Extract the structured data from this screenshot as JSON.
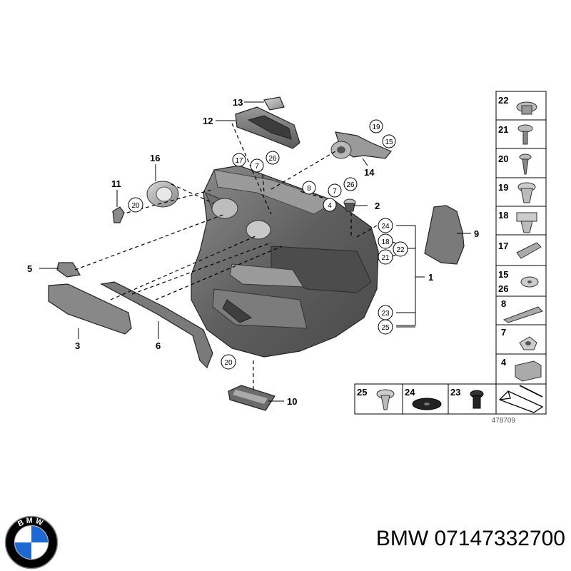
{
  "labels": {
    "p1": "1",
    "p2": "2",
    "p3": "3",
    "p5": "5",
    "p6": "6",
    "p9": "9",
    "p10": "10",
    "p11": "11",
    "p12": "12",
    "p13": "13",
    "p14": "14",
    "p16": "16"
  },
  "circles": {
    "c19": "19",
    "c15": "15",
    "c17": "17",
    "c7a": "7",
    "c26a": "26",
    "c8": "8",
    "c7b": "7",
    "c26b": "26",
    "c4": "4",
    "c24": "24",
    "c18": "18",
    "c22": "22",
    "c21": "21",
    "c23": "23",
    "c25": "25",
    "c20a": "20",
    "c20b": "20"
  },
  "legend": {
    "side": [
      "22",
      "21",
      "20",
      "19",
      "18",
      "17",
      "15",
      "26",
      "8",
      "7",
      "4"
    ],
    "bottom": [
      "25",
      "24",
      "23"
    ]
  },
  "figure_number": "478709",
  "caption": "BMW 07147332700",
  "logo": {
    "text": "BMW",
    "colors": {
      "blue": "#1c69d4",
      "ring": "#000000",
      "white": "#ffffff"
    }
  }
}
